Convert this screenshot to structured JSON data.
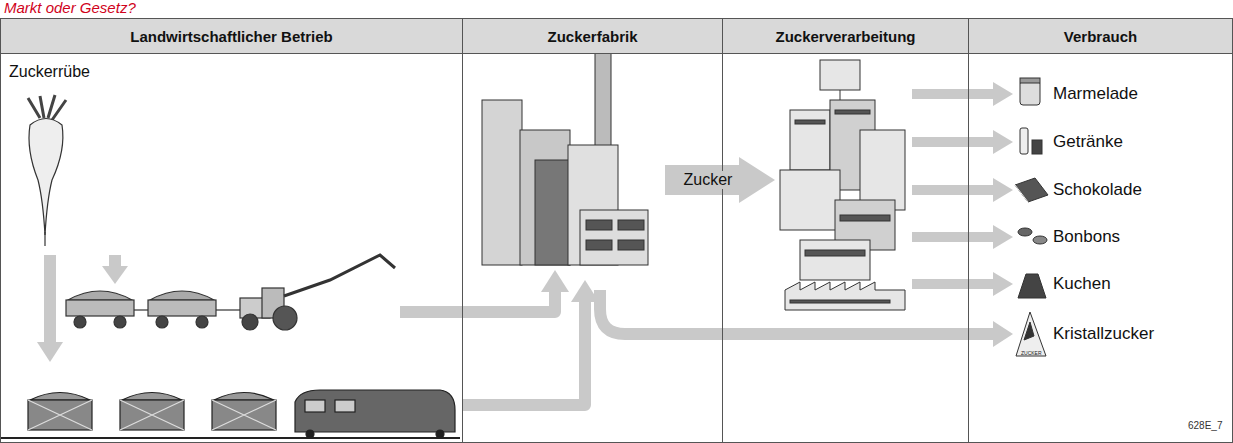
{
  "diagram": {
    "nodes": [
      {
        "text": [
          "Landwirtschaftlicher Betrieb"
        ]
      },
      {
        "text": [
          "Zuckerfabrik"
        ]
      },
      {
        "text": [
          "Zuckerverarbeitung"
        ]
      },
      {
        "text": [
          "Verbrauch"
        ]
      },
      {
        "text": [
          "Zuckerrübe"
        ],
        "in": 0
      },
      {
        "text": [
          "Marmelade"
        ],
        "in": 3
      },
      {
        "text": [
          "Getränke"
        ],
        "in": 3
      },
      {
        "text": [
          "Schokolade"
        ],
        "in": 3
      },
      {
        "text": [
          "Bonbons"
        ],
        "in": 3
      },
      {
        "text": [
          "Kuchen"
        ],
        "in": 3
      },
      {
        "text": [
          "Kristallzucker"
        ],
        "in": 3
      }
    ],
    "edges": [
      {
        "from": 4,
        "to": 1,
        "arrow": "to"
      },
      {
        "from": 1,
        "to": 2,
        "label": "Zucker",
        "arrow": "to"
      },
      {
        "from": 2,
        "to": 5,
        "arrow": "to"
      },
      {
        "from": 2,
        "to": 6,
        "arrow": "to"
      },
      {
        "from": 2,
        "to": 7,
        "arrow": "to"
      },
      {
        "from": 2,
        "to": 8,
        "arrow": "to"
      },
      {
        "from": 2,
        "to": 9,
        "arrow": "to"
      },
      {
        "from": 1,
        "to": 10,
        "arrow": "to"
      }
    ],
    "labels": [
      "Markt oder Gesetz?",
      "ZUCKER",
      "628E_7"
    ]
  }
}
